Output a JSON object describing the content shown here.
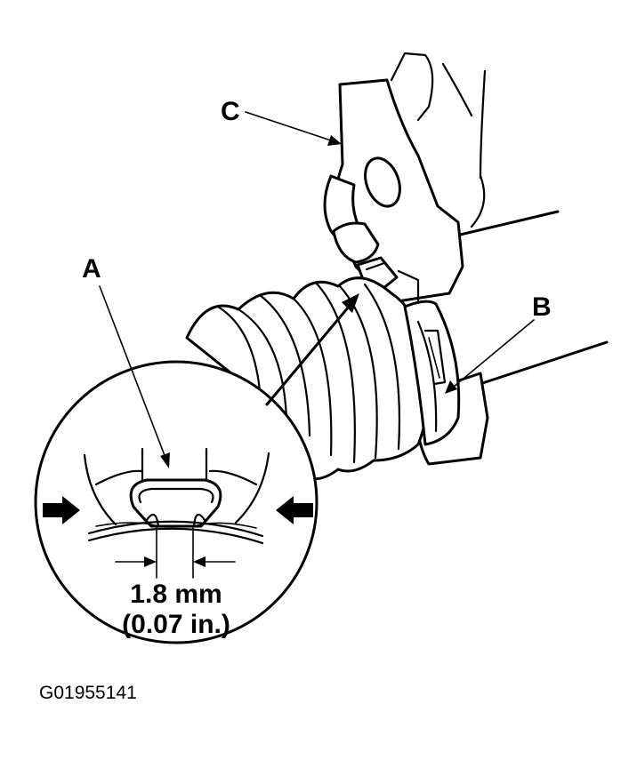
{
  "labels": {
    "a": "A",
    "b": "B",
    "c": "C"
  },
  "dimension": {
    "metric": "1.8 mm",
    "imperial": "(0.07 in.)"
  },
  "figure_id": "G01955141"
}
